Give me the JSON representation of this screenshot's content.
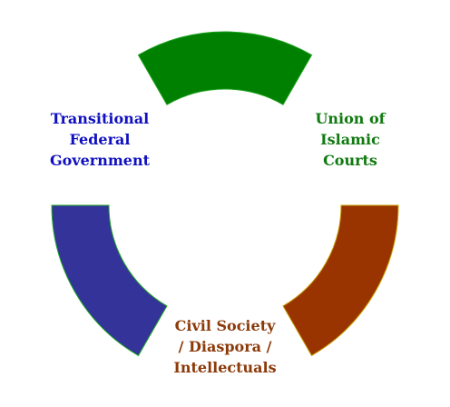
{
  "segments": [
    {
      "id": "top",
      "color": "#008000",
      "stroke": "#1aa01a"
    },
    {
      "id": "bottom-right",
      "color": "#993300",
      "stroke": "#c8a000"
    },
    {
      "id": "bottom-left",
      "color": "#333399",
      "stroke": "#22aa22"
    }
  ],
  "labels": {
    "tfg": {
      "line1": "Transitional",
      "line2": "Federal",
      "line3": "Government"
    },
    "uic": {
      "line1": "Union of",
      "line2": "Islamic",
      "line3": "Courts"
    },
    "cs": {
      "line1": "Civil Society",
      "line2": "/ Diaspora /",
      "line3": "Intellectuals"
    }
  }
}
